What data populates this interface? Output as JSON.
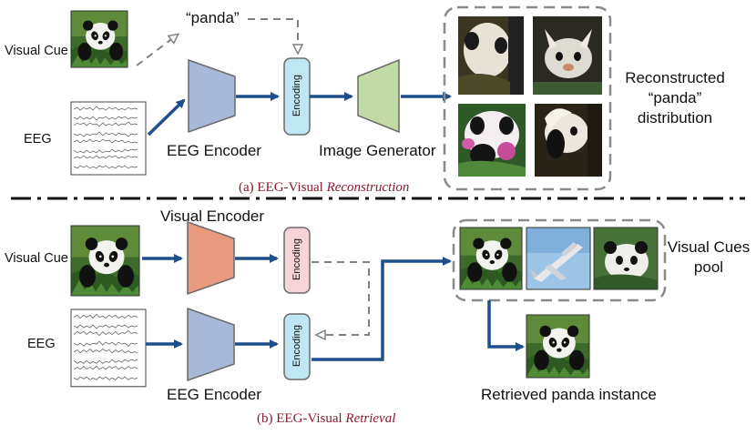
{
  "reconstruction": {
    "visual_cue_label": "Visual Cue",
    "eeg_label": "EEG",
    "panda_text": "“panda”",
    "encoding_label": "Encoding",
    "eeg_encoder_label": "EEG Encoder",
    "image_generator_label": "Image Generator",
    "output_label_line1": "Reconstructed",
    "output_label_line2": "“panda”",
    "output_label_line3": "distribution",
    "caption_prefix": "(a) EEG-Visual ",
    "caption_emphasis": "Reconstruction"
  },
  "retrieval": {
    "visual_cue_label": "Visual Cue",
    "eeg_label": "EEG",
    "visual_encoder_label": "Visual Encoder",
    "eeg_encoder_label": "EEG Encoder",
    "encoding_top_label": "Encoding",
    "encoding_bottom_label": "Encoding",
    "pool_label_line1": "Visual Cues",
    "pool_label_line2": "pool",
    "retrieved_label": "Retrieved panda instance",
    "caption_prefix": "(b) EEG-Visual ",
    "caption_emphasis": "Retrieval"
  },
  "colors": {
    "arrow_blue": "#1f4e8c",
    "dash_gray": "#808080",
    "eeg_encoder_fill": "#a8b8d8",
    "visual_encoder_fill": "#e89a7e",
    "generator_fill": "#c2dba6",
    "encoding_fill_blue": "#bfe7f2",
    "encoding_fill_pink": "#f6d3d6",
    "caption_red": "#8b1a2e"
  }
}
